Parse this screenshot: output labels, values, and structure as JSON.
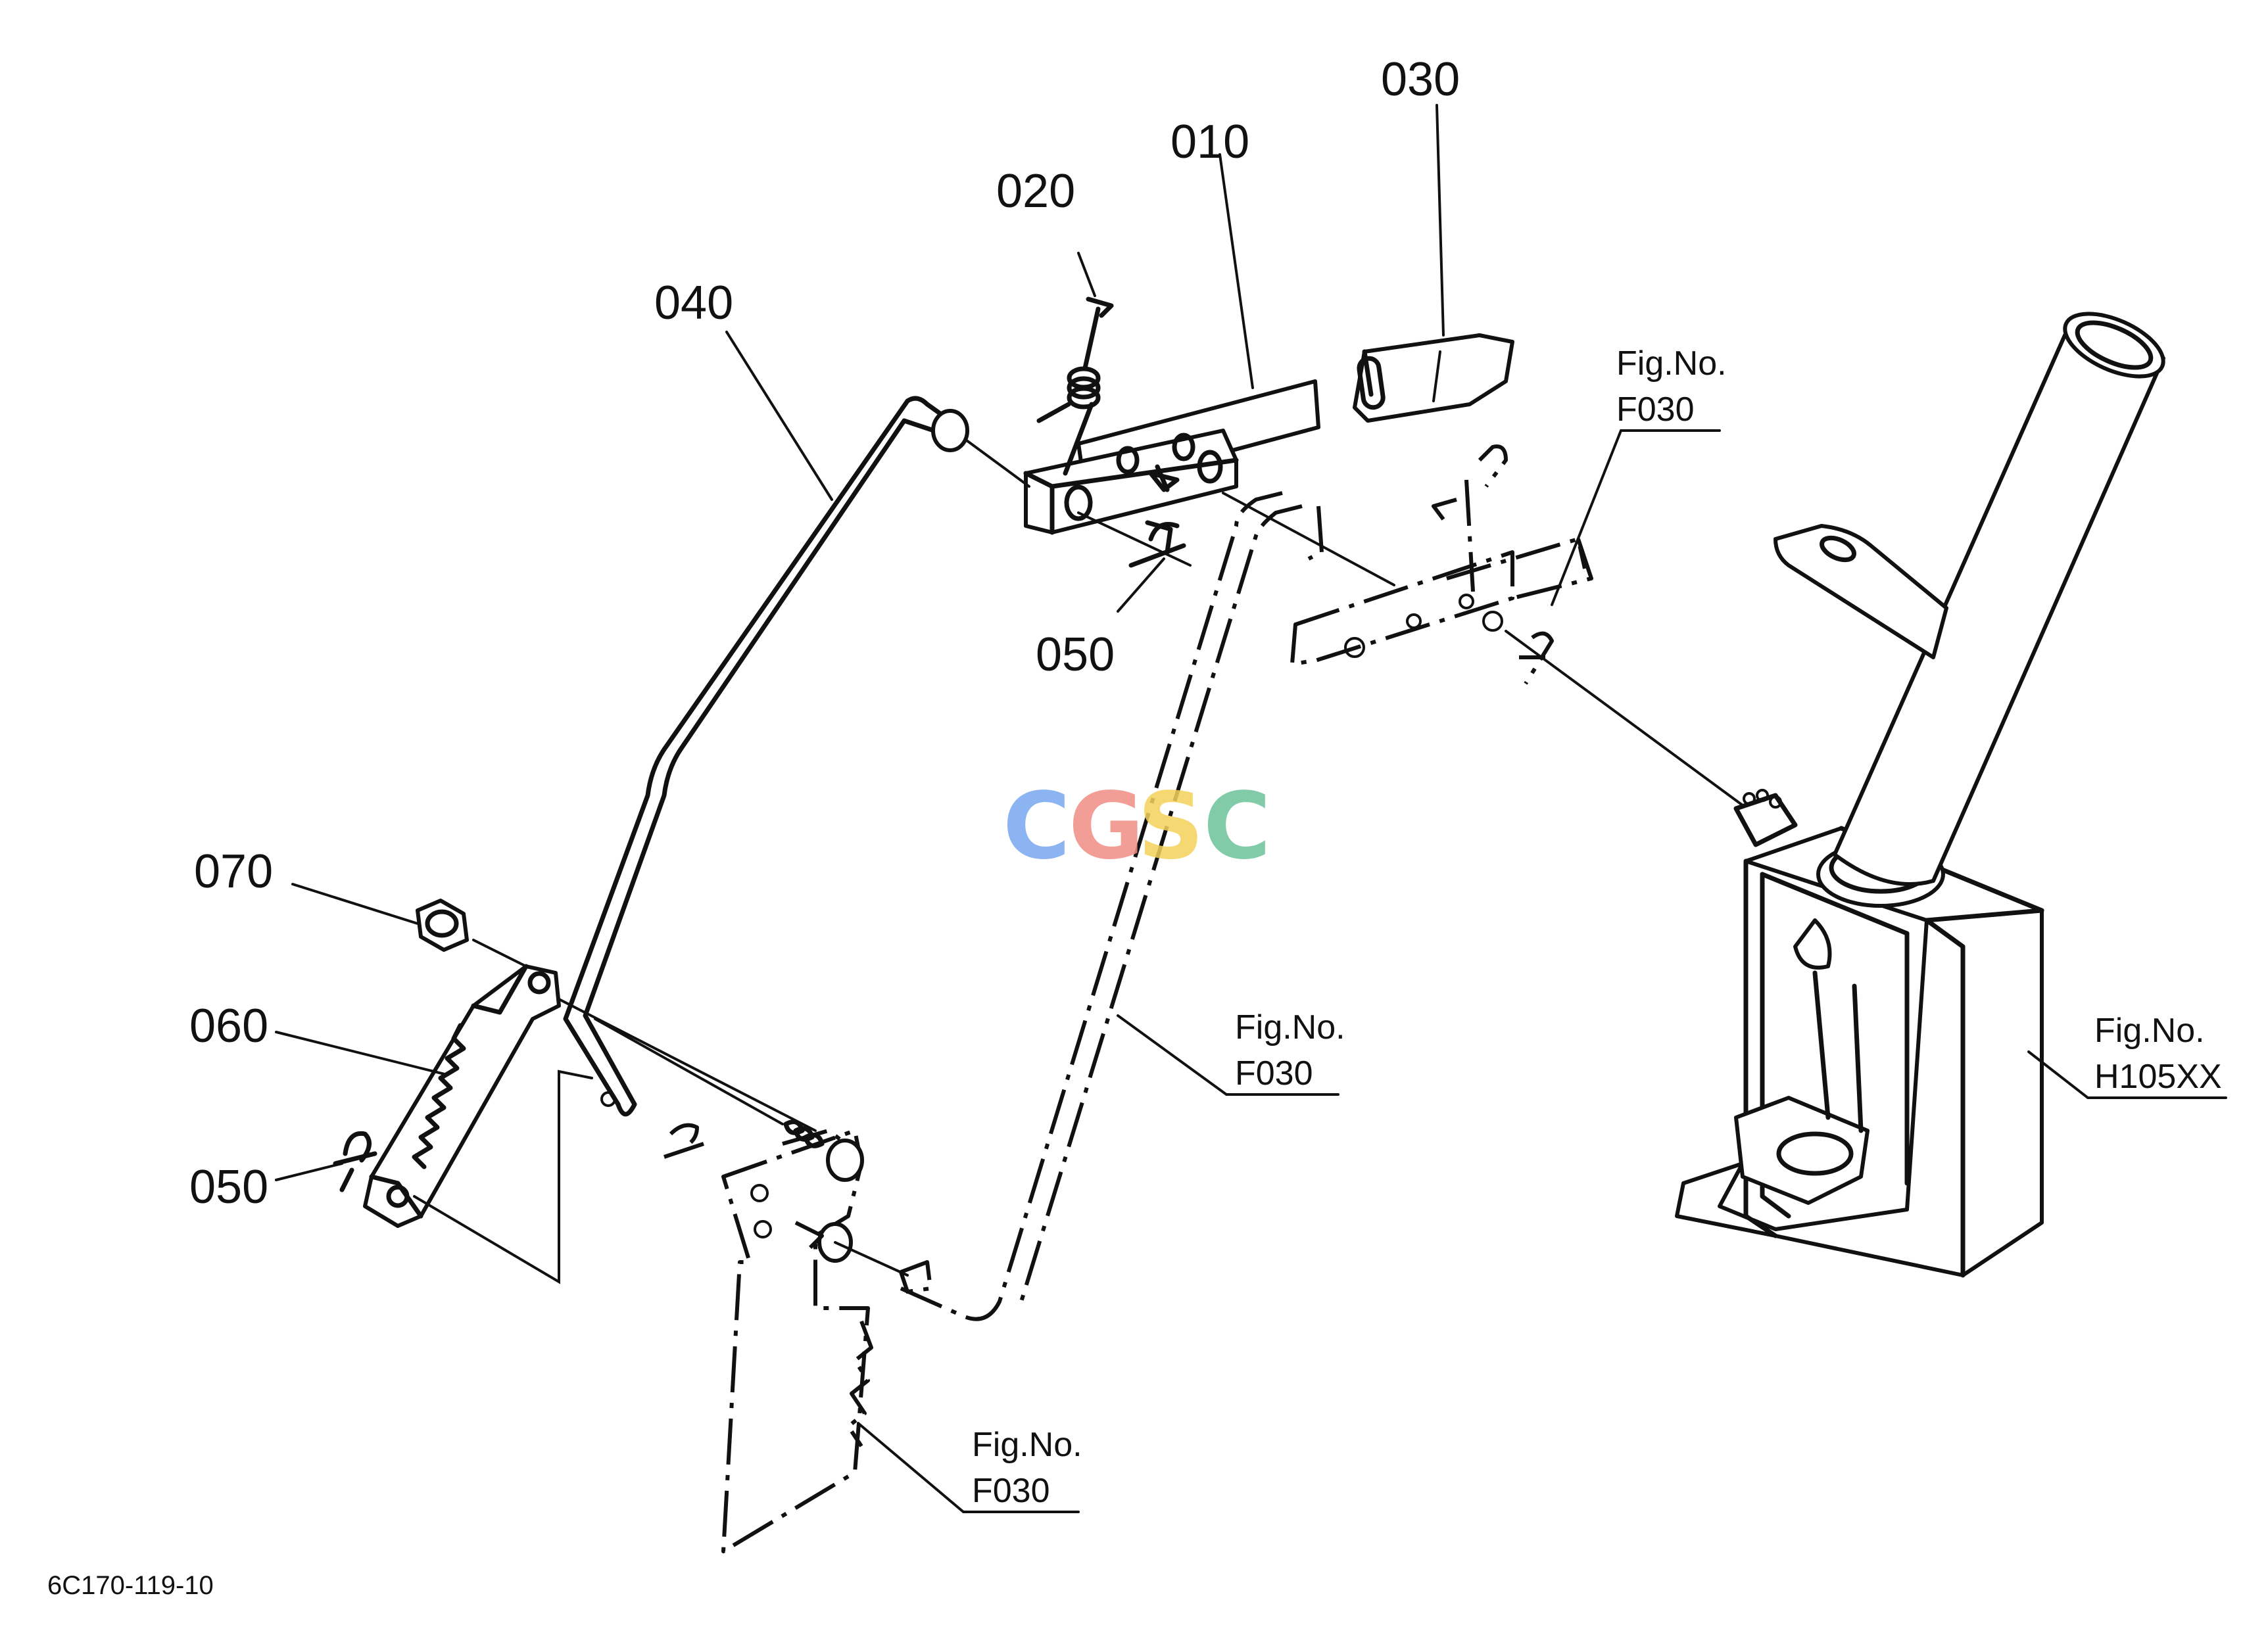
{
  "callouts": {
    "c010": "010",
    "c020": "020",
    "c030": "030",
    "c040": "040",
    "c050a": "050",
    "c050b": "050",
    "c060": "060",
    "c070": "070"
  },
  "references": {
    "f030_top": {
      "line1": "Fig.No.",
      "line2": "F030"
    },
    "f030_mid": {
      "line1": "Fig.No.",
      "line2": "F030"
    },
    "f030_bottom": {
      "line1": "Fig.No.",
      "line2": "F030"
    },
    "h105": {
      "line1": "Fig.No.",
      "line2": "H105XX"
    }
  },
  "watermark": {
    "letters": [
      "C",
      "G",
      "S",
      "C"
    ],
    "colors": [
      "#7aa7f0",
      "#f08c84",
      "#f5d25a",
      "#6cc29a"
    ]
  },
  "footer_code": "6C170-119-10"
}
